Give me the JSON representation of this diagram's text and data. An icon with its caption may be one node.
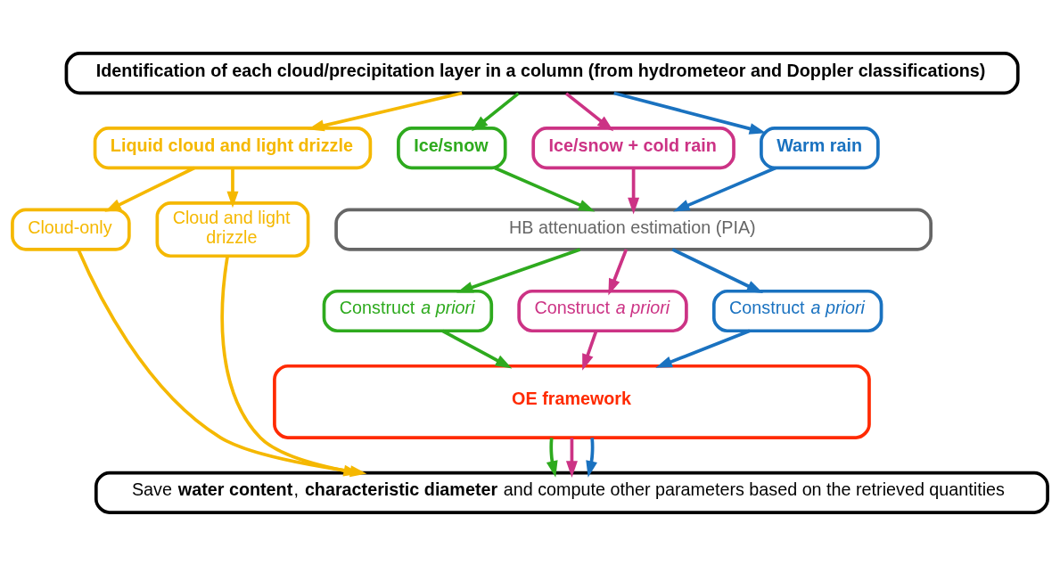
{
  "diagram": {
    "nodes": [
      {
        "text": [
          "**Identification of each cloud/precipitation layer in a column (from hydrometeor and Doppler classifications)**"
        ]
      },
      {
        "text": [
          "**Liquid cloud and light drizzle**"
        ]
      },
      {
        "text": [
          "**Ice/snow**"
        ]
      },
      {
        "text": [
          "**Ice/snow + cold rain**"
        ]
      },
      {
        "text": [
          "**Warm rain**"
        ]
      },
      {
        "text": [
          "Cloud-only"
        ]
      },
      {
        "text": [
          "Cloud and light drizzle"
        ]
      },
      {
        "text": [
          "HB attenuation estimation (PIA)"
        ]
      },
      {
        "text": [
          "Construct *a priori*"
        ]
      },
      {
        "text": [
          "Construct *a priori*"
        ]
      },
      {
        "text": [
          "Construct *a priori*"
        ]
      },
      {
        "text": [
          "**OE framework**"
        ]
      },
      {
        "text": [
          "Save **water content**, **characteristic diameter** and compute other parameters based on the retrieved quantities"
        ]
      }
    ],
    "edges": [
      {
        "from": 0,
        "to": 1,
        "arrow": "to",
        "color": "#f5b800"
      },
      {
        "from": 0,
        "to": 2,
        "arrow": "to",
        "color": "#2eaa1e"
      },
      {
        "from": 0,
        "to": 3,
        "arrow": "to",
        "color": "#cc3385"
      },
      {
        "from": 0,
        "to": 4,
        "arrow": "to",
        "color": "#1a72c0"
      },
      {
        "from": 1,
        "to": 5,
        "arrow": "to",
        "color": "#f5b800"
      },
      {
        "from": 1,
        "to": 6,
        "arrow": "to",
        "color": "#f5b800"
      },
      {
        "from": 2,
        "to": 7,
        "arrow": "to",
        "color": "#2eaa1e"
      },
      {
        "from": 3,
        "to": 7,
        "arrow": "to",
        "color": "#cc3385"
      },
      {
        "from": 4,
        "to": 7,
        "arrow": "to",
        "color": "#1a72c0"
      },
      {
        "from": 7,
        "to": 8,
        "arrow": "to",
        "color": "#2eaa1e"
      },
      {
        "from": 7,
        "to": 9,
        "arrow": "to",
        "color": "#cc3385"
      },
      {
        "from": 7,
        "to": 10,
        "arrow": "to",
        "color": "#1a72c0"
      },
      {
        "from": 8,
        "to": 11,
        "arrow": "to",
        "color": "#2eaa1e"
      },
      {
        "from": 9,
        "to": 11,
        "arrow": "to",
        "color": "#cc3385"
      },
      {
        "from": 10,
        "to": 11,
        "arrow": "to",
        "color": "#1a72c0"
      },
      {
        "from": 5,
        "to": 12,
        "arrow": "to",
        "color": "#f5b800"
      },
      {
        "from": 6,
        "to": 12,
        "arrow": "to",
        "color": "#f5b800"
      },
      {
        "from": 11,
        "to": 12,
        "arrow": "to",
        "color": "#2eaa1e"
      },
      {
        "from": 11,
        "to": 12,
        "arrow": "to",
        "color": "#cc3385"
      },
      {
        "from": 11,
        "to": 12,
        "arrow": "to",
        "color": "#1a72c0"
      }
    ]
  }
}
